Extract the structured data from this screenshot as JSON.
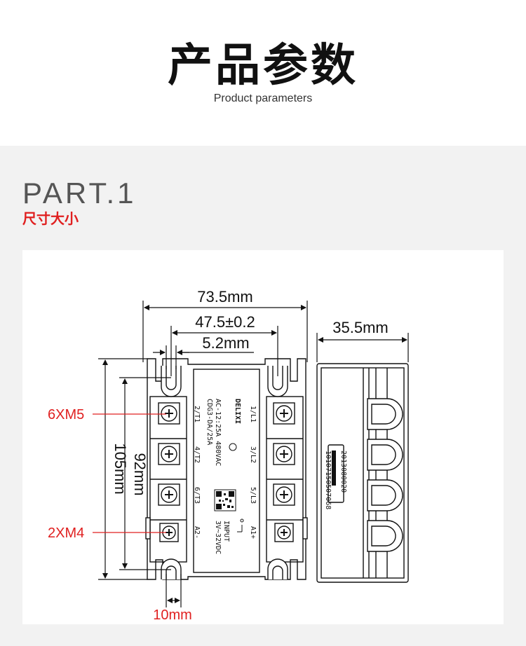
{
  "header": {
    "title": "产品参数",
    "subtitle": "Product parameters"
  },
  "section": {
    "part": "PART.1",
    "name": "尺寸大小"
  },
  "dimensions": {
    "width_total": "73.5mm",
    "mount_spacing": "47.5±0.2",
    "slot_width": "5.2mm",
    "depth": "35.5mm",
    "height_total": "105mm",
    "mount_height": "92mm",
    "bottom_slot": "10mm"
  },
  "callouts": {
    "power_screws": "6XM5",
    "control_screws": "2XM4"
  },
  "device": {
    "brand": "DELIXI",
    "model": "CDG3-DA/25A",
    "rating": "AC-12:25A 480VAC",
    "input": "INPUT",
    "input_range": "3V~32VDC",
    "serial_1": "2013080020",
    "serial_2": "10107150507068",
    "terminals_left": [
      "2/T1",
      "4/T2",
      "6/T3",
      "A2-"
    ],
    "terminals_right": [
      "1/L1",
      "3/L2",
      "5/L3",
      "A1+"
    ]
  },
  "colors": {
    "accent": "#e02020",
    "section_bg": "#f2f2f2"
  }
}
